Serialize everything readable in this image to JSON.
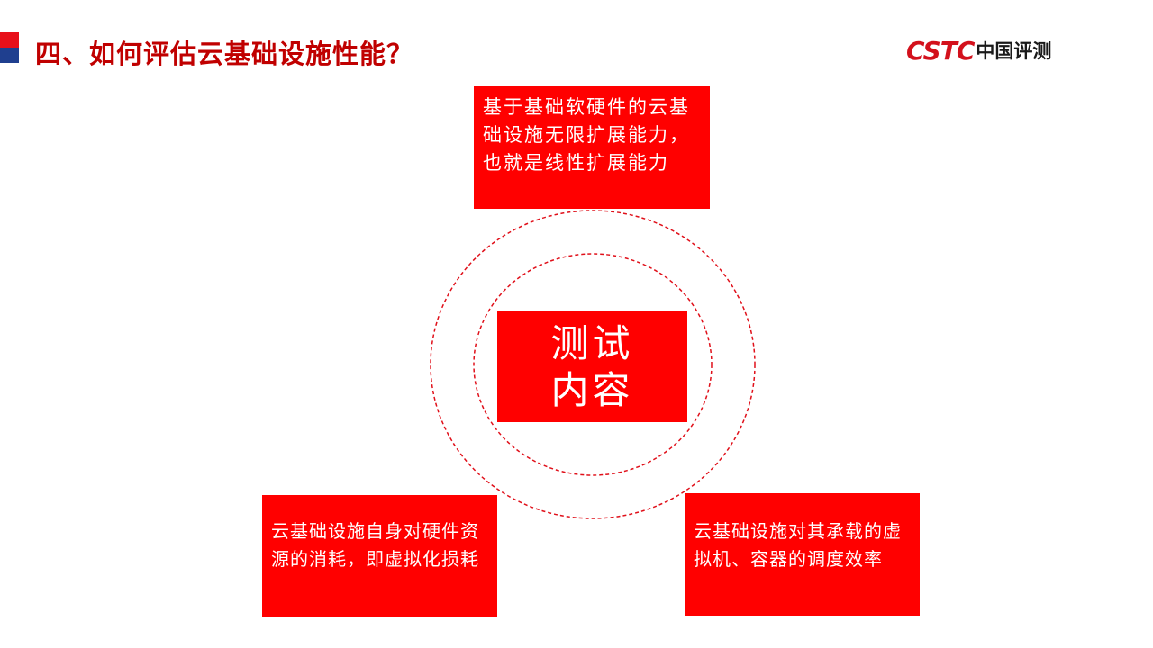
{
  "header": {
    "title": "四、如何评估云基础设施性能？",
    "logo_mark": "CSTC",
    "logo_text": "中国评测"
  },
  "diagram": {
    "center": {
      "line1": "测试",
      "line2": "内容"
    },
    "top_box": "基于基础软硬件的云基础设施无限扩展能力，也就是线性扩展能力",
    "bottom_left_box": "云基础设施自身对硬件资源的消耗，即虚拟化损耗",
    "bottom_right_box": "云基础设施对其承载的虚拟机、容器的调度效率"
  },
  "colors": {
    "accent_red": "#ff0000",
    "title_red": "#c00000",
    "corner_blue": "#1f3f8f"
  }
}
